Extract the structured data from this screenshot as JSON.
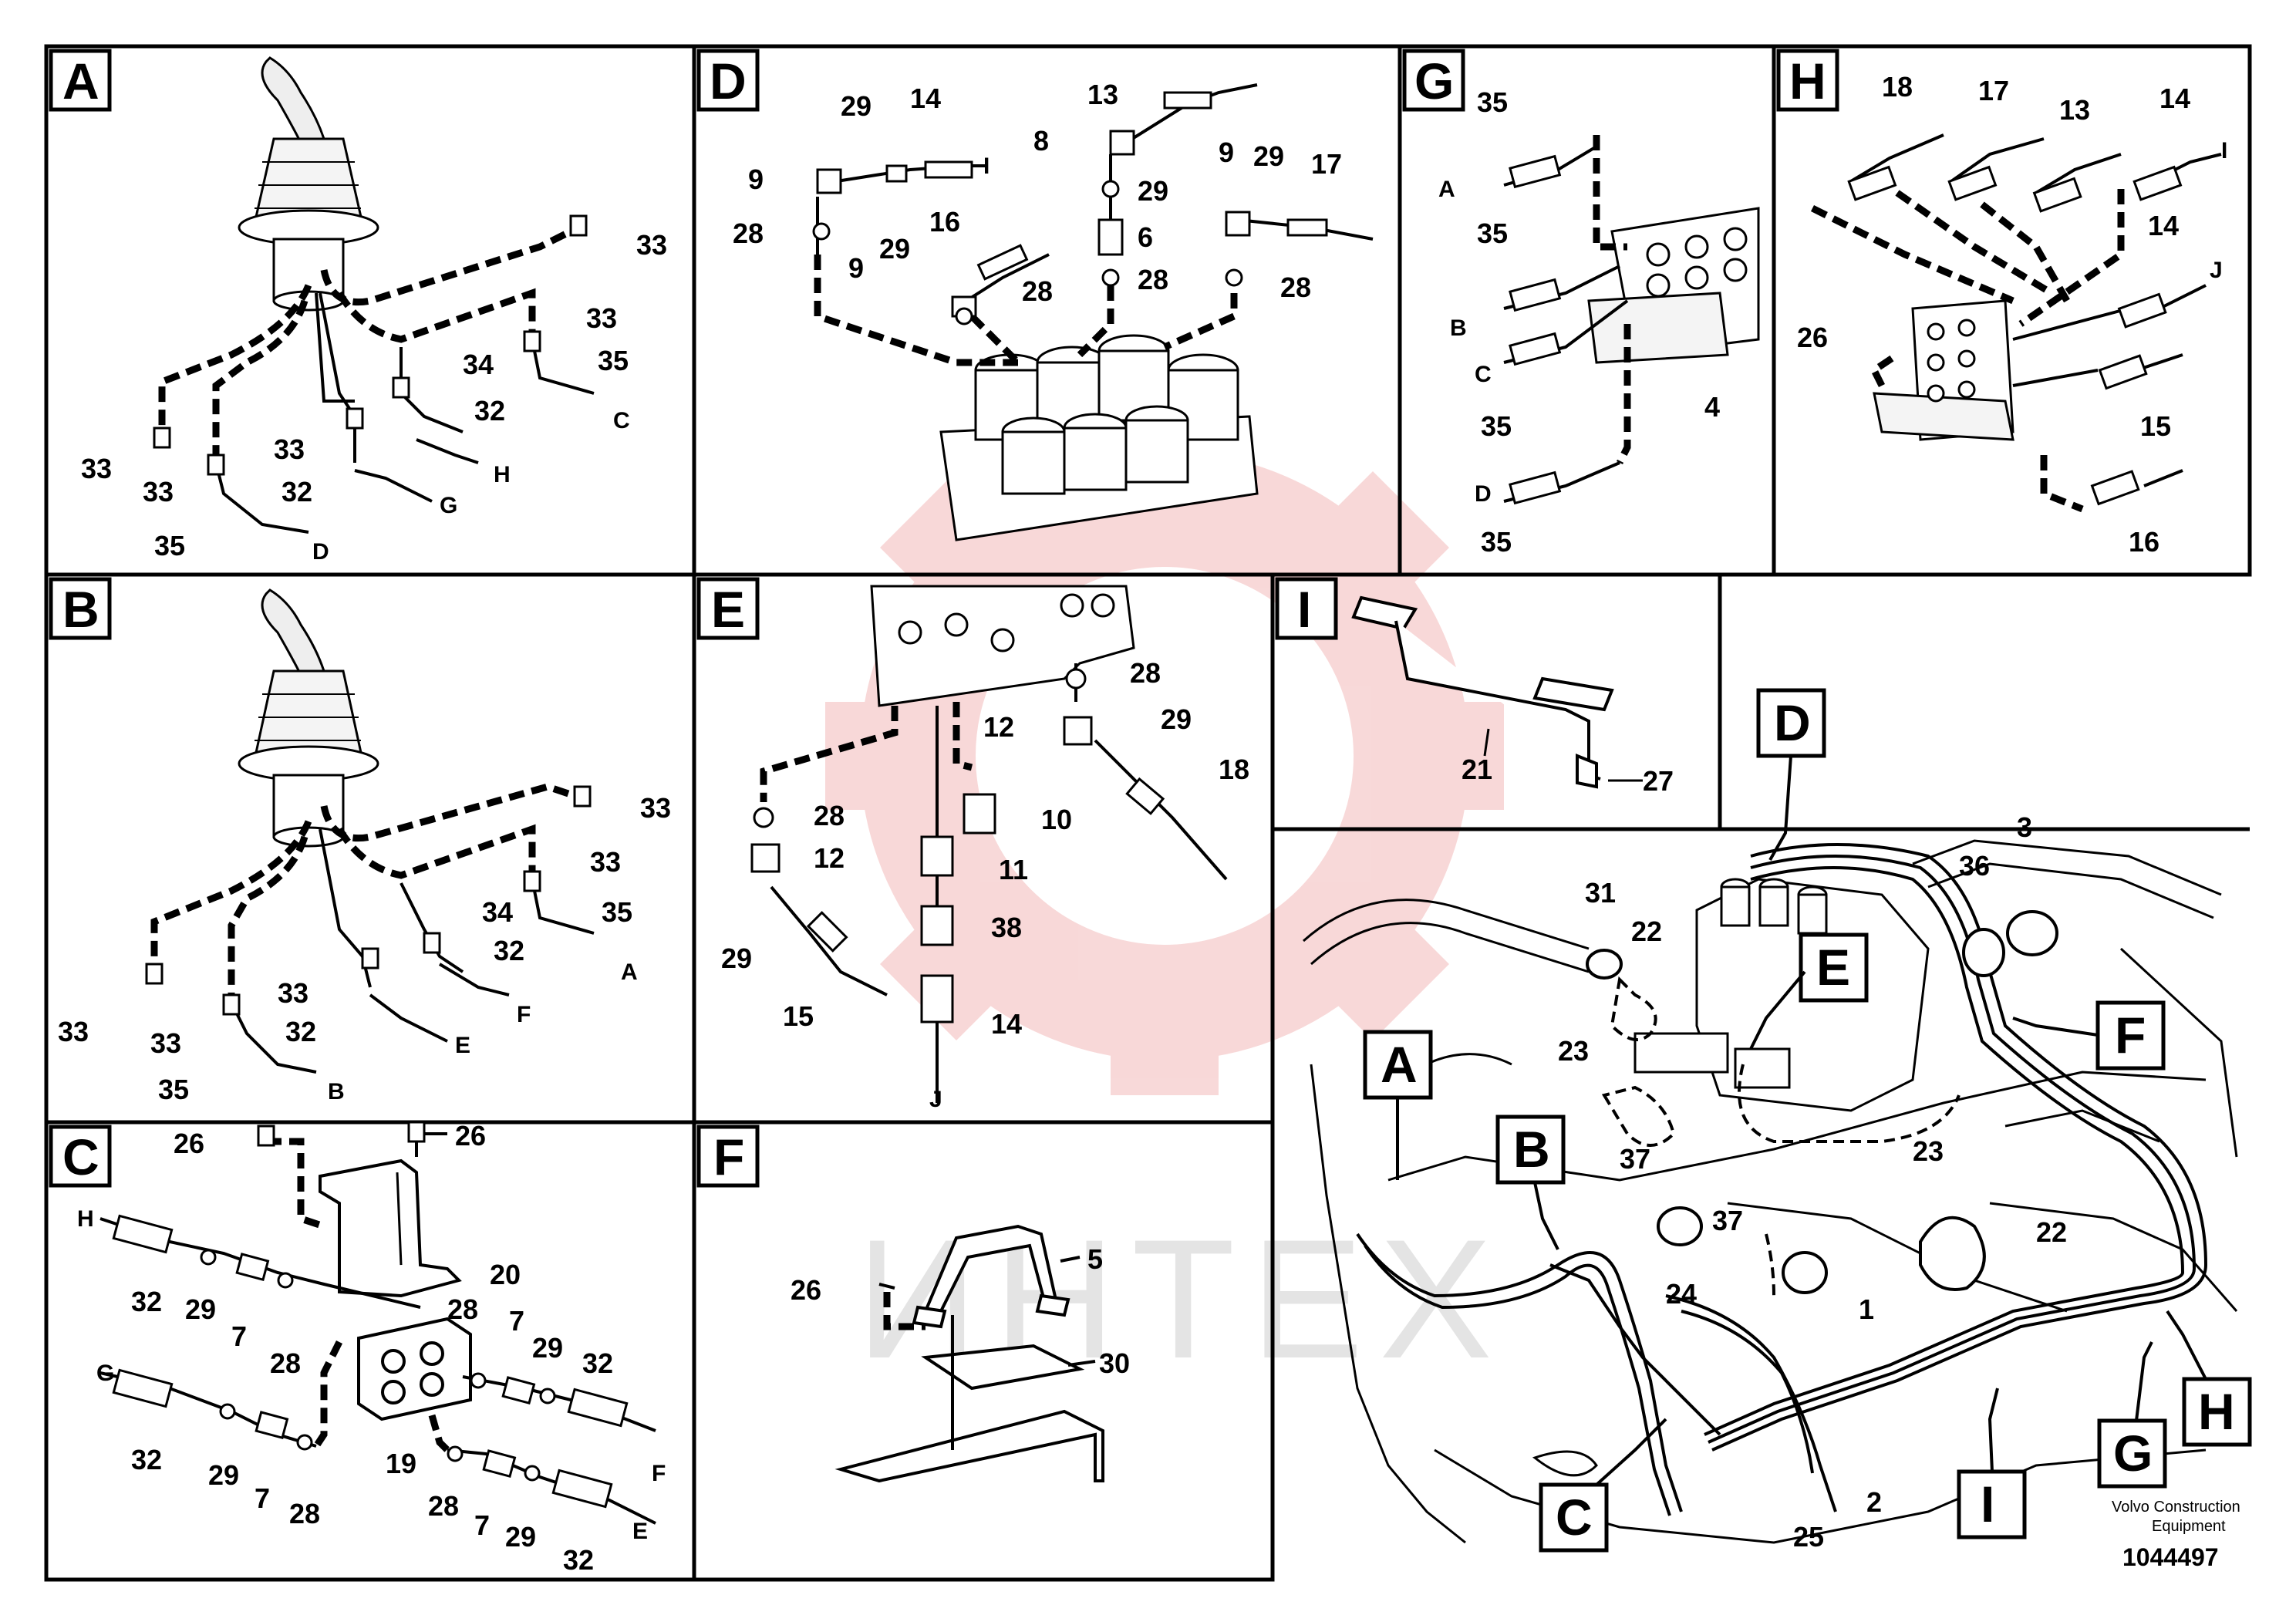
{
  "watermark": {
    "text": "ИНТЕХ",
    "color": "#e05050"
  },
  "panels": {
    "A": {
      "letter": "A",
      "labels": [
        "33",
        "33",
        "34",
        "35",
        "33",
        "33",
        "33",
        "32",
        "32",
        "35"
      ],
      "ends": [
        "C",
        "H",
        "G",
        "D"
      ]
    },
    "B": {
      "letter": "B",
      "labels": [
        "33",
        "33",
        "34",
        "35",
        "33",
        "33",
        "33",
        "32",
        "32",
        "35"
      ],
      "ends": [
        "A",
        "F",
        "E",
        "B"
      ]
    },
    "C": {
      "letter": "C",
      "labels": [
        "26",
        "26",
        "20",
        "32",
        "29",
        "7",
        "28",
        "28",
        "7",
        "29",
        "32",
        "19",
        "32",
        "29",
        "7",
        "28",
        "28",
        "7",
        "29",
        "32"
      ],
      "ends": [
        "H",
        "G",
        "F",
        "E"
      ]
    },
    "D": {
      "letter": "D",
      "labels": [
        "29",
        "14",
        "13",
        "8",
        "9",
        "28",
        "9",
        "29",
        "28",
        "29",
        "6",
        "28",
        "9",
        "29",
        "17",
        "16",
        "28"
      ],
      "ends": [
        "I"
      ]
    },
    "E": {
      "letter": "E",
      "labels": [
        "28",
        "12",
        "29",
        "18",
        "10",
        "11",
        "38",
        "28",
        "12",
        "29",
        "15",
        "14"
      ],
      "ends": [
        "J"
      ]
    },
    "F": {
      "letter": "F",
      "labels": [
        "5",
        "26",
        "30"
      ]
    },
    "G": {
      "letter": "G",
      "labels": [
        "35",
        "35",
        "35",
        "35",
        "4"
      ],
      "ends": [
        "A",
        "B",
        "C",
        "D"
      ]
    },
    "H": {
      "letter": "H",
      "labels": [
        "18",
        "17",
        "13",
        "14",
        "14",
        "26",
        "15",
        "16"
      ],
      "ends": [
        "I",
        "J"
      ]
    },
    "I": {
      "letter": "I",
      "labels": [
        "21",
        "27"
      ]
    },
    "main": {
      "callouts": [
        "D",
        "E",
        "A",
        "B",
        "F",
        "C",
        "G",
        "H",
        "I"
      ],
      "labels": [
        "31",
        "22",
        "3",
        "36",
        "23",
        "37",
        "37",
        "23",
        "24",
        "22",
        "1",
        "2",
        "25"
      ]
    }
  },
  "footer": {
    "brand_line1": "Volvo Construction",
    "brand_line2": "Equipment",
    "number": "1044497"
  }
}
